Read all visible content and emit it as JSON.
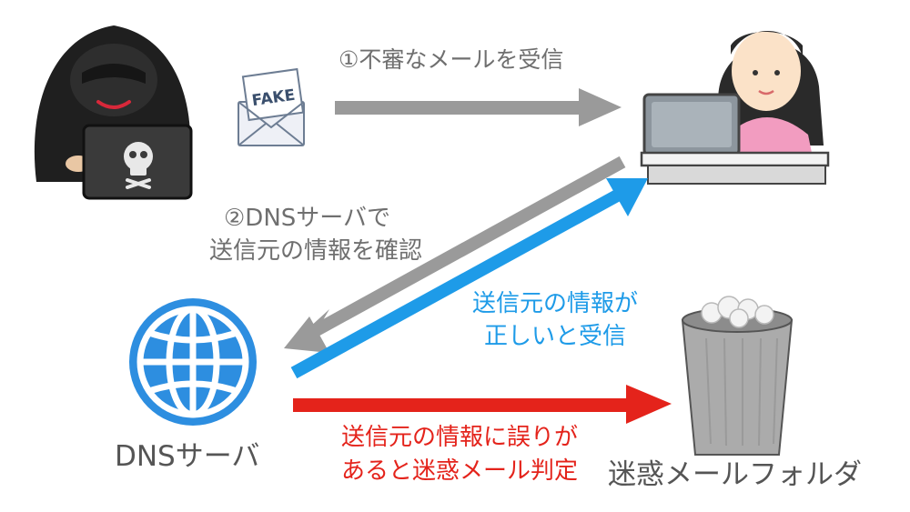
{
  "steps": {
    "step1": "①不審なメールを受信",
    "step2_line1": "②DNSサーバで",
    "step2_line2": "送信元の情報を確認"
  },
  "outcomes": {
    "valid_line1": "送信元の情報が",
    "valid_line2": "正しいと受信",
    "invalid_line1": "送信元の情報に誤りが",
    "invalid_line2": "あると迷惑メール判定"
  },
  "envelope_text": "FAKE",
  "captions": {
    "dns_server": "DNSサーバ",
    "spam_folder": "迷惑メールフォルダ"
  },
  "colors": {
    "gray_arrow": "#9a9a9a",
    "blue_arrow": "#1e9be8",
    "red_arrow": "#e4231b"
  }
}
